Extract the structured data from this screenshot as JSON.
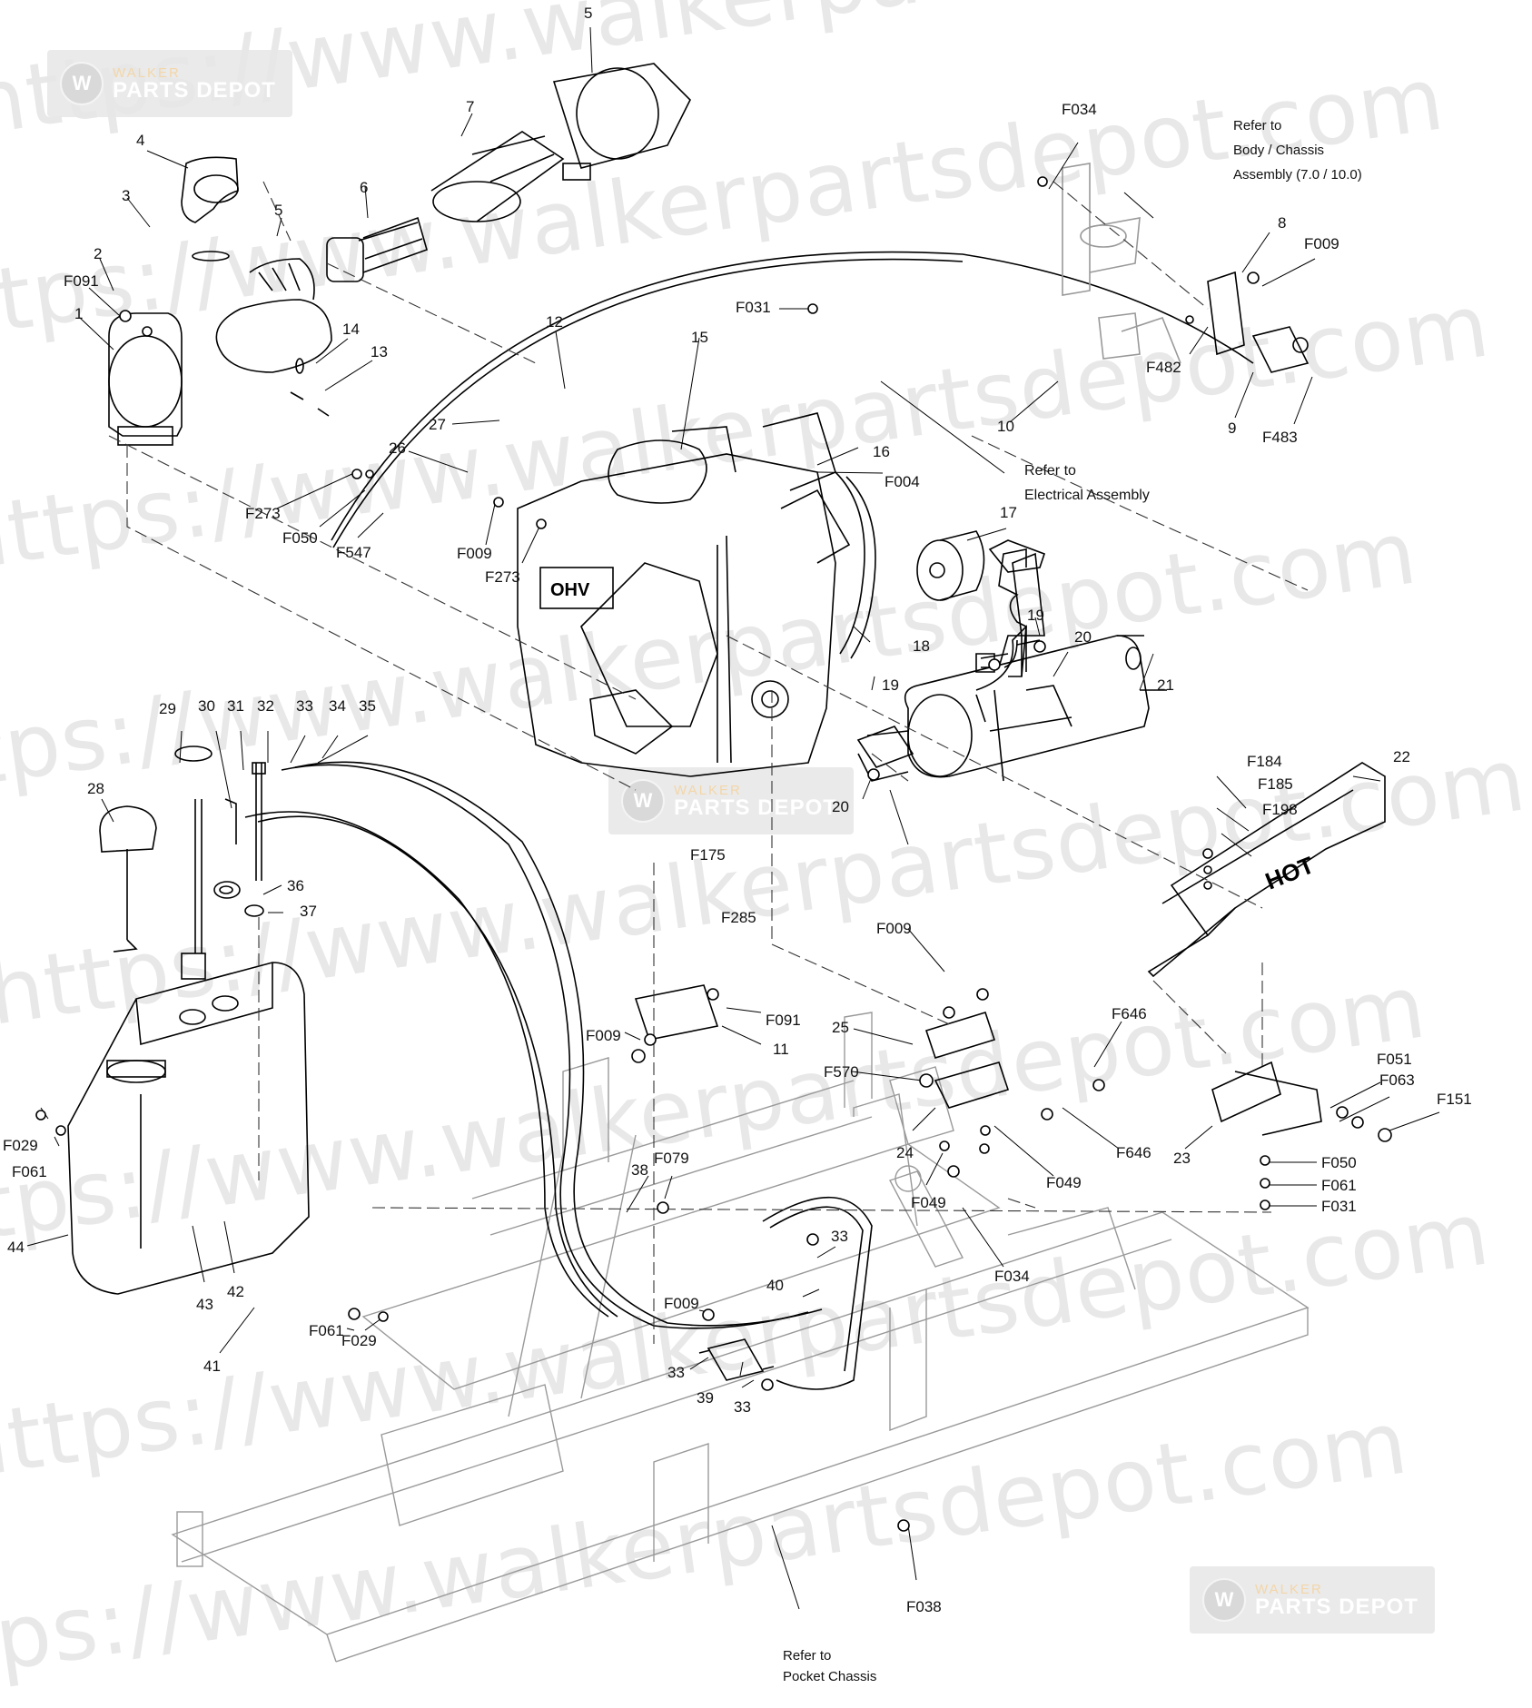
{
  "watermark": {
    "lines": [
      "https://www.walkerpartsdepot.com",
      "https://www.walkerpartsdepot.com",
      "https://www.walkerpartsdepot.com",
      "https://www.walkerpartsdepot.com",
      "https://www.walkerpartsdepot.com",
      "https://www.walkerpartsdepot.com",
      "https://www.walkerpartsdepot.com",
      "https://www.walkerpartsdepot.com"
    ],
    "logo_top": "WALKER",
    "logo_bottom": "PARTS DEPOT"
  },
  "callouts": {
    "c5a": "5",
    "c7": "7",
    "c4": "4",
    "c6": "6",
    "c3": "3",
    "c5b": "5",
    "c2": "2",
    "cF091a": "F091",
    "c1": "1",
    "c14": "14",
    "c13": "13",
    "c12": "12",
    "c27": "27",
    "c26": "26",
    "cF273a": "F273",
    "cF050a": "F050",
    "cF547": "F547",
    "cF009a": "F009",
    "cF273b": "F273",
    "c15": "15",
    "cF031a": "F031",
    "c16": "16",
    "cF004": "F004",
    "cF034a": "F034",
    "cRefBody1": "Refer to",
    "cRefBody2": "Body / Chassis",
    "cRefBody3": "Assembly (7.0 / 10.0)",
    "c8": "8",
    "cF009b": "F009",
    "cF482": "F482",
    "c10": "10",
    "c9": "9",
    "cF483": "F483",
    "cRefElec1": "Refer to",
    "cRefElec2": "Electrical Assembly",
    "c17": "17",
    "c18": "18",
    "c19a": "19",
    "c20a": "20",
    "c19b": "19",
    "c21": "21",
    "c20b": "20",
    "cF175": "F175",
    "cF285": "F285",
    "c22": "22",
    "cF184": "F184",
    "cF185": "F185",
    "cF198": "F198",
    "c29": "29",
    "c30": "30",
    "c31": "31",
    "c32": "32",
    "c33a": "33",
    "c34": "34",
    "c35": "35",
    "c28": "28",
    "c36": "36",
    "c37": "37",
    "cF009c": "F009",
    "cF091b": "F091",
    "c11": "11",
    "cF009d": "F009",
    "c25": "25",
    "cF570": "F570",
    "cF646a": "F646",
    "c24": "24",
    "cF646b": "F646",
    "cF049a": "F049",
    "cF049b": "F049",
    "cF034b": "F034",
    "cF051": "F051",
    "cF063": "F063",
    "cF151": "F151",
    "c23": "23",
    "cF050b": "F050",
    "cF061a": "F061",
    "cF031b": "F031",
    "cF029a": "F029",
    "cF061b": "F061",
    "c44": "44",
    "c43": "43",
    "c42": "42",
    "c38": "38",
    "cF079": "F079",
    "c33b": "33",
    "c40": "40",
    "cF009e": "F009",
    "c33c": "33",
    "c39": "39",
    "c33d": "33",
    "cF061c": "F061",
    "cF029b": "F029",
    "c41": "41",
    "cF038": "F038",
    "cRefBottom1": "Refer to",
    "cRefBottom2": "Pocket Chassis",
    "hot": "HOT",
    "ohv": "OHV"
  }
}
